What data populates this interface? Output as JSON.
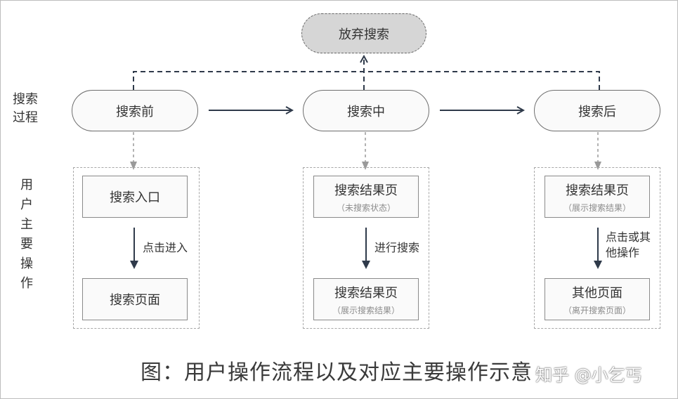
{
  "abandon": "放弃搜索",
  "process_label": "搜索\n过程",
  "operation_label": "用户主要操作",
  "stages": [
    {
      "label": "搜索前"
    },
    {
      "label": "搜索中"
    },
    {
      "label": "搜索后"
    }
  ],
  "ops": [
    {
      "top": {
        "main": "搜索入口",
        "sub": ""
      },
      "action": "点击进入",
      "bottom": {
        "main": "搜索页面",
        "sub": ""
      }
    },
    {
      "top": {
        "main": "搜索结果页",
        "sub": "（未搜索状态）"
      },
      "action": "进行搜索",
      "bottom": {
        "main": "搜索结果页",
        "sub": "（展示搜索结果）"
      }
    },
    {
      "top": {
        "main": "搜索结果页",
        "sub": "（展示搜索结果）"
      },
      "action": "点击或其\n他操作",
      "bottom": {
        "main": "其他页面",
        "sub": "（离开搜索页面）"
      }
    }
  ],
  "caption": "图：用户操作流程以及对应主要操作示意",
  "watermark": "知乎 @小乞丐",
  "colors": {
    "arrow": "#2f3a4a",
    "dashed_arrow": "#9a9a9a",
    "abandon_fill": "#d6d6d6"
  }
}
